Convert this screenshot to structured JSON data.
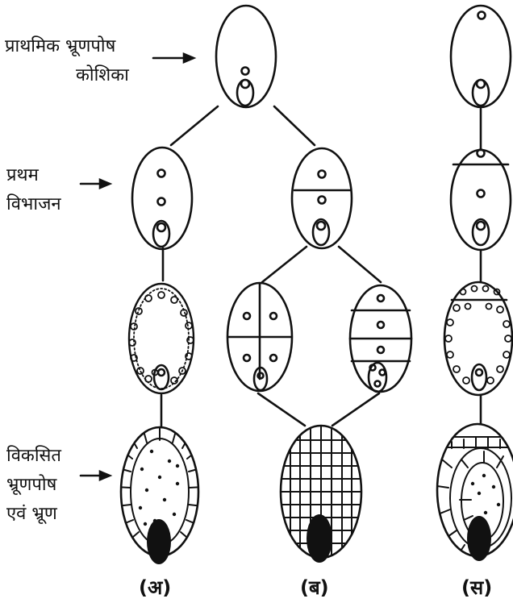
{
  "labels": {
    "primary_endosperm_line1": "प्राथमिक भ्रूणपोष",
    "primary_endosperm_line2": "कोशिका",
    "first_division_line1": "प्रथम",
    "first_division_line2": "विभाजन",
    "developed_line1": "विकसित",
    "developed_line2": "भ्रूणपोष",
    "developed_line3": "एवं भ्रूण"
  },
  "captions": {
    "a": "(अ)",
    "b": "(ब)",
    "c": "(स)"
  },
  "colors": {
    "ink": "#111111",
    "background": "#ffffff"
  }
}
